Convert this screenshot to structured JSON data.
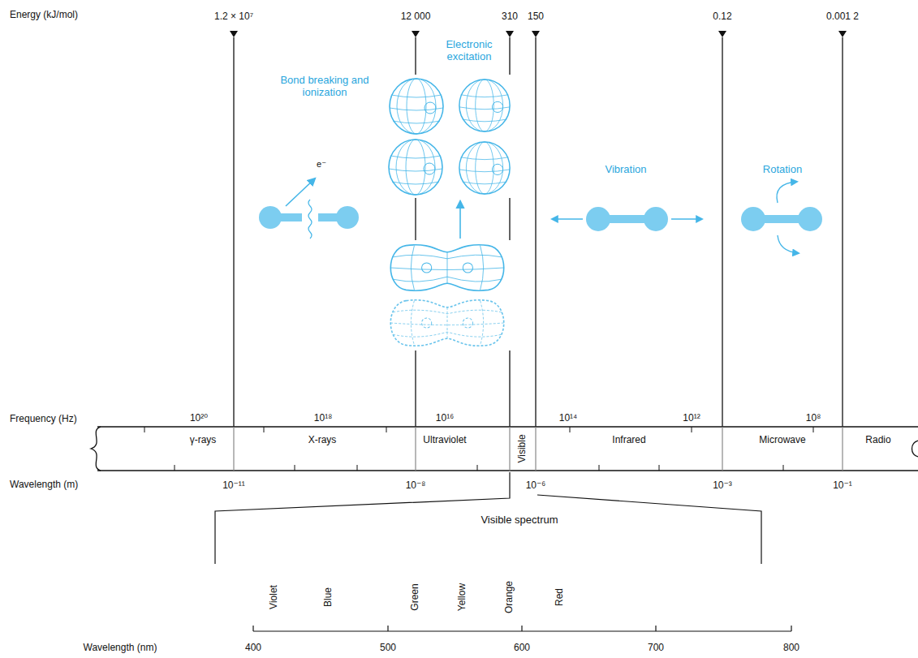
{
  "diagram": {
    "nodes": [
      {
        "text": [
          "γ-rays",
          "X-rays",
          "Ultraviolet",
          "Visible",
          "Infrared",
          "Microwave",
          "Radio"
        ]
      }
    ],
    "labels": [
      "Energy (kJ/mol)",
      "1.2 × 10⁷",
      "12 000",
      "310",
      "150",
      "0.12",
      "0.001 2",
      "Bond breaking and ionization",
      "Electronic excitation",
      "e⁻",
      "Vibration",
      "Rotation",
      "Frequency (Hz)",
      "10²⁰",
      "10¹⁸",
      "10¹⁶",
      "10¹⁴",
      "10¹²",
      "10⁸",
      "Wavelength (m)",
      "10⁻¹¹",
      "10⁻⁸",
      "10⁻⁶",
      "10⁻³",
      "10⁻¹",
      "Visible spectrum",
      "Violet",
      "Blue",
      "Green",
      "Yellow",
      "Orange",
      "Red",
      "Wavelength (nm)",
      "400",
      "500",
      "600",
      "700",
      "800"
    ]
  }
}
